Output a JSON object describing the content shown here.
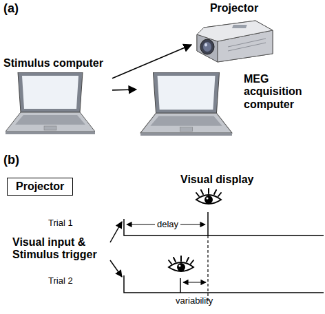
{
  "diagram": {
    "nodes": [
      {
        "text": [
          "Stimulus computer"
        ]
      },
      {
        "text": [
          "Projector"
        ]
      },
      {
        "text": [
          "MEG acquisition computer"
        ]
      },
      {
        "text": [
          "Projector"
        ]
      }
    ],
    "edges": [
      {
        "from": 0,
        "to": 1,
        "arrow": "to"
      },
      {
        "from": 0,
        "to": 2,
        "arrow": "to"
      }
    ],
    "labels": [
      "(a)",
      "(b)",
      "Visual display",
      "Trial 1",
      "delay",
      "Visual input & Stimulus trigger",
      "Trial 2",
      "variability"
    ]
  }
}
